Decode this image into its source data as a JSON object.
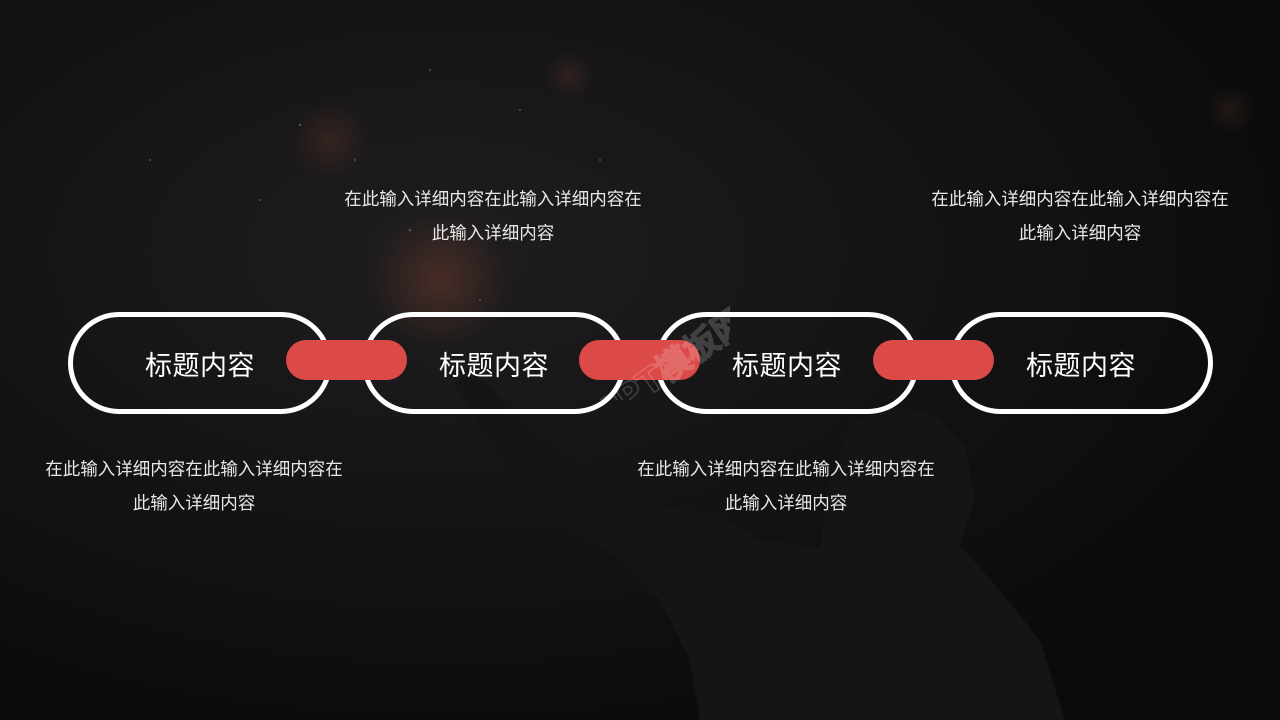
{
  "steps": [
    {
      "title": "标题内容"
    },
    {
      "title": "标题内容"
    },
    {
      "title": "标题内容"
    },
    {
      "title": "标题内容"
    }
  ],
  "descriptions": [
    {
      "line1": "在此输入详细内容在此输入详细内容在",
      "line2": "此输入详细内容"
    },
    {
      "line1": "在此输入详细内容在此输入详细内容在",
      "line2": "此输入详细内容"
    },
    {
      "line1": "在此输入详细内容在此输入详细内容在",
      "line2": "此输入详细内容"
    },
    {
      "line1": "在此输入详细内容在此输入详细内容在",
      "line2": "此输入详细内容"
    }
  ],
  "colors": {
    "background": "#0d0d0e",
    "accent": "#dc4a48",
    "outline": "#ffffff",
    "text": "#e8e8e8"
  },
  "watermark": {
    "text": "PPT模板网"
  }
}
